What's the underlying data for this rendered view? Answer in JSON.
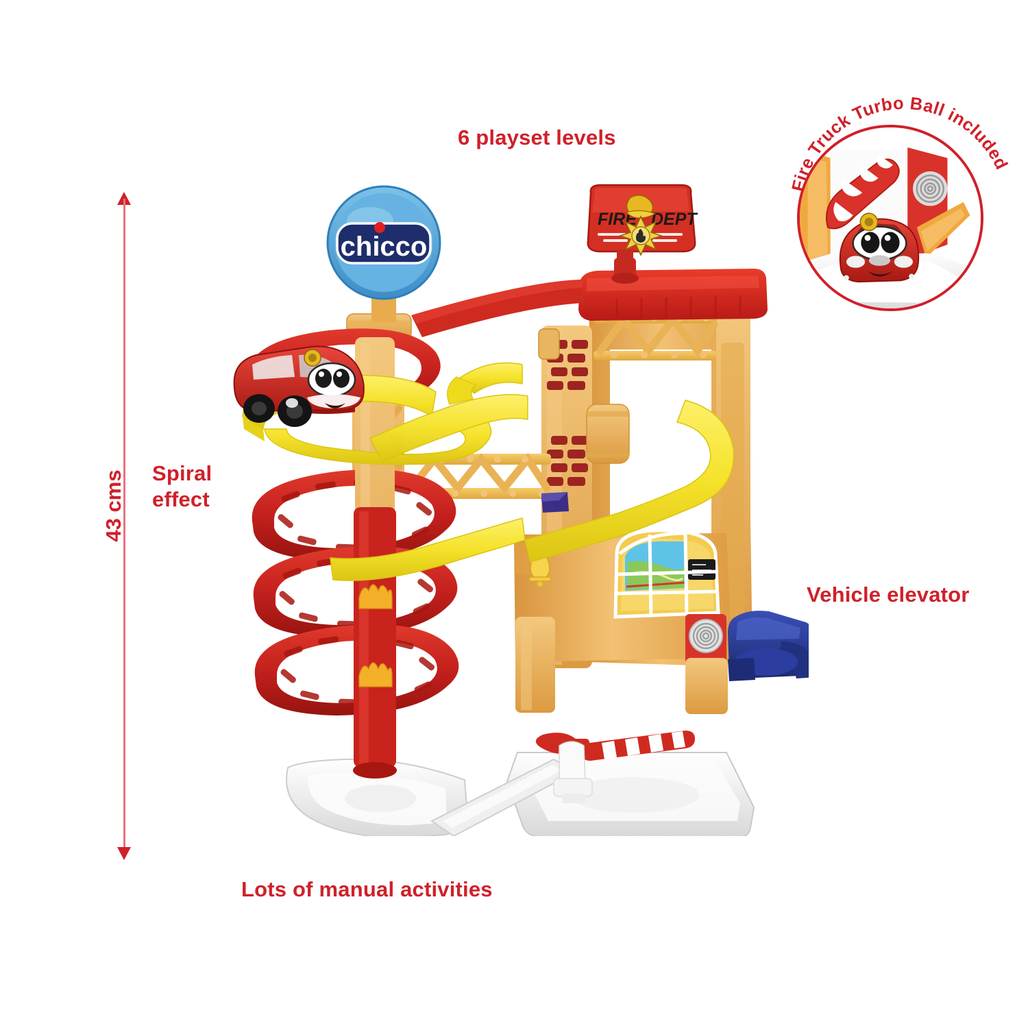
{
  "page": {
    "background": "#ffffff",
    "accent_red": "#d0202a",
    "dim_line_color": "#e8737d"
  },
  "annotations": {
    "top_label": "6 playset levels",
    "left_label": "Spiral\neffect",
    "right_label": "Vehicle elevator",
    "bottom_label": "Lots of manual activities",
    "dimension": "43 cms"
  },
  "inset": {
    "curved_caption": "Fire Truck Turbo Ball included",
    "contents": "close-up photo of red fire truck toy car with red and white striped ramp flap inside white garage bay"
  },
  "product": {
    "brand_sign": "chicco",
    "station_sign": "FIRE DEPT",
    "colors": {
      "tower_tan": "#e8a94e",
      "tower_tan_light": "#f3c271",
      "tower_gold": "#f0b94f",
      "roof_red": "#d8271f",
      "spiral_red": "#c4201d",
      "track_yellow": "#f5e22a",
      "base_white": "#f2f2f2",
      "brick_red": "#9d2420",
      "elevator_blue": "#2b3f9e",
      "chicco_blue": "#5aa8dd",
      "chicco_navy": "#1e2d6b",
      "car_red": "#d7332a"
    },
    "parts": [
      "chicco-sign",
      "fire-dept-sign",
      "red-roof",
      "gold-truss-tower",
      "brick-column",
      "yellow-spiral-track",
      "red-spiral-ramps",
      "flame-decals",
      "fire-bell",
      "arched-map-window",
      "hose-reel",
      "vehicle-elevator",
      "white-base-platform",
      "exit-ramp",
      "striped-barrier-gate",
      "fire-hydrant",
      "red-fire-truck-car"
    ]
  }
}
